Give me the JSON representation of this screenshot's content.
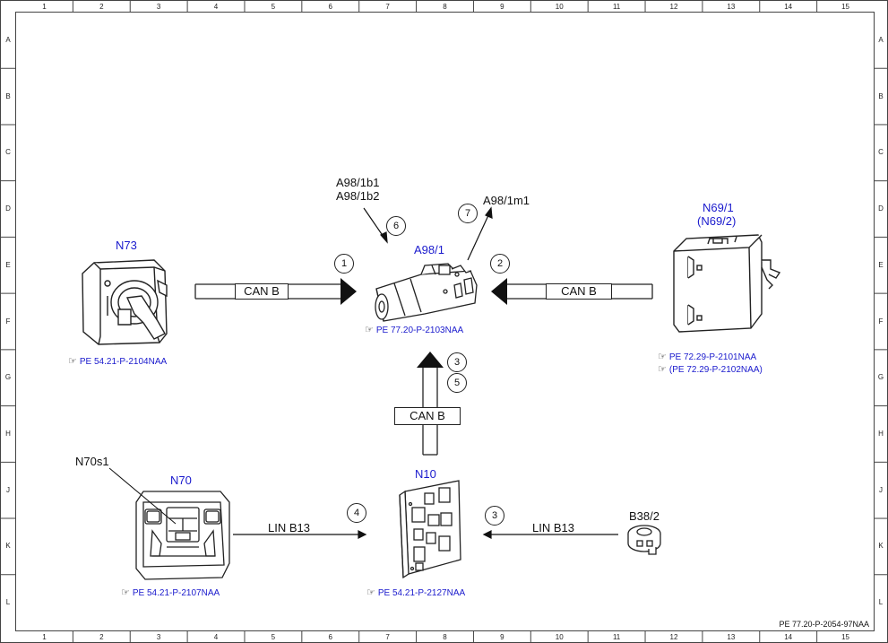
{
  "grid": {
    "columns": [
      "1",
      "2",
      "3",
      "4",
      "5",
      "6",
      "7",
      "8",
      "9",
      "10",
      "11",
      "12",
      "13",
      "14",
      "15"
    ],
    "rows": [
      "A",
      "B",
      "C",
      "D",
      "E",
      "F",
      "G",
      "H",
      "J",
      "K",
      "L"
    ]
  },
  "components": {
    "n73": {
      "label": "N73",
      "ref": "PE 54.21-P-2104NAA"
    },
    "a98_1": {
      "label": "A98/1",
      "ref": "PE 77.20-P-2103NAA"
    },
    "n69_1": {
      "label": "N69/1",
      "label2": "(N69/2)",
      "ref": "PE 72.29-P-2101NAA",
      "ref2": "(PE 72.29-P-2102NAA)"
    },
    "n70": {
      "label": "N70",
      "sub": "N70s1",
      "ref": "PE 54.21-P-2107NAA"
    },
    "n10": {
      "label": "N10",
      "ref": "PE 54.21-P-2127NAA"
    },
    "b38_2": {
      "label": "B38/2"
    }
  },
  "signals": {
    "a98_1b1": "A98/1b1",
    "a98_1b2": "A98/1b2",
    "a98_1m1": "A98/1m1"
  },
  "buses": {
    "can_left": "CAN B",
    "can_right": "CAN B",
    "can_bottom": "CAN B",
    "lin_left": "LIN B13",
    "lin_right": "LIN B13"
  },
  "steps": {
    "s1": "1",
    "s2": "2",
    "s3": "3",
    "s5": "5",
    "s4": "4",
    "s3b": "3",
    "s6": "6",
    "s7": "7"
  },
  "ref_hand_glyph": "☞",
  "footer_code": "PE 77.20-P-2054-97NAA",
  "colors": {
    "reference_blue": "#1a1acd",
    "line": "#111111"
  }
}
